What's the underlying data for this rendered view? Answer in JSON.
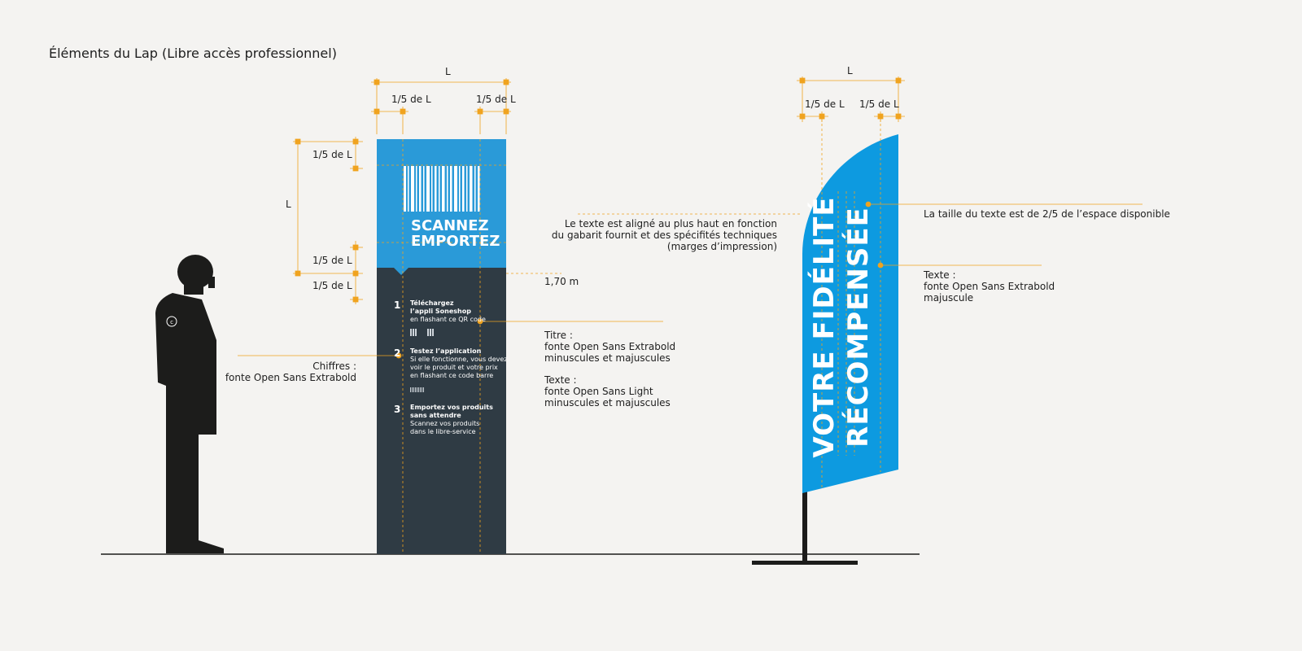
{
  "title": "Éléments du Lap (Libre accès professionnel)",
  "colors": {
    "background": "#f4f3f1",
    "accent_blue": "#2a9ad8",
    "flag_blue": "#0d9ae0",
    "totem_dark": "#2f3b44",
    "dimension_orange": "#f0a31f",
    "silhouette": "#1c1c1b"
  },
  "icons": {
    "person": "person-silhouette-icon",
    "copyright": "copyright-icon",
    "barcode": "barcode-icon",
    "qr": "qr-code-icon"
  },
  "totem": {
    "dim_width": "L",
    "dim_fifth_left": "1/5 de L",
    "dim_fifth_right": "1/5 de L",
    "dim_left_top": "1/5 de L",
    "dim_left_L": "L",
    "dim_left_mid": "1/5 de L",
    "dim_left_bottom": "1/5 de L",
    "height": "1,70 m",
    "cta": "SCANNEZ\nEMPORTEZ",
    "steps": [
      {
        "num": "1",
        "title": "Téléchargez\nl’appli Soneshop",
        "text": "en flashant ce QR code"
      },
      {
        "num": "2",
        "title": "Testez l’application",
        "text": "Si elle fonctionne, vous devez\nvoir le produit et votre prix\nen flashant ce code barre"
      },
      {
        "num": "3",
        "title": "Emportez vos produits\nsans attendre",
        "text": "Scannez vos produits\ndans le libre-service"
      }
    ]
  },
  "annotations": {
    "chiffres": "Chiffres :\nfonte Open Sans Extrabold",
    "titre": "Titre :\nfonte Open Sans Extrabold\nminuscules et majuscules",
    "texte_totem": "Texte :\nfonte Open Sans Light\nminuscules et majuscules",
    "alignment": "Le texte est aligné au plus haut en fonction\ndu gabarit fournit et des spécifités techniques\n(marges d’impression)",
    "text_size": "La taille du texte est de 2/5 de l’espace disponible",
    "texte_flag": "Texte :\nfonte Open Sans Extrabold\nmajuscule"
  },
  "flag": {
    "dim_width": "L",
    "dim_fifth_left": "1/5 de L",
    "dim_fifth_right": "1/5 de L",
    "text": "VOTRE FIDÉLITÉ\nRÉCOMPENSÉE"
  }
}
